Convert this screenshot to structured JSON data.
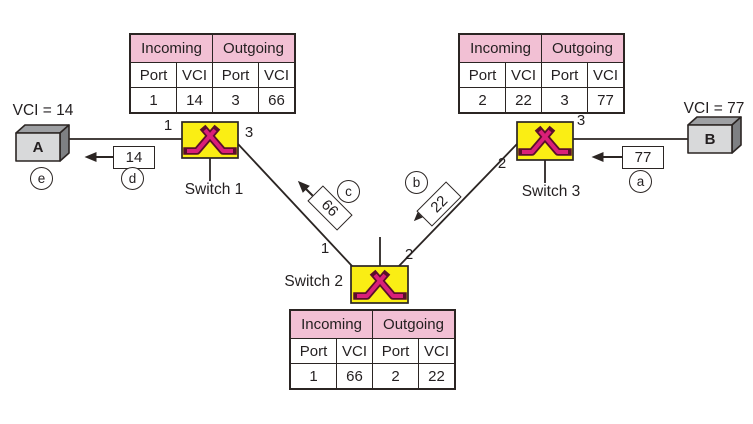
{
  "labels": {
    "vci_a": "VCI = 14",
    "vci_b": "VCI = 77",
    "endpoint_a": "A",
    "endpoint_b": "B",
    "switch1": "Switch 1",
    "switch2": "Switch 2",
    "switch3": "Switch 3"
  },
  "ports": {
    "switch1_left": "1",
    "switch1_right": "3",
    "switch2_left": "1",
    "switch2_right": "2",
    "switch3_left": "2",
    "switch3_right": "3"
  },
  "frames": {
    "a": {
      "step": "a",
      "vci": "77"
    },
    "b": {
      "step": "b",
      "vci": "22"
    },
    "c": {
      "step": "c",
      "vci": "66"
    },
    "d": {
      "step": "d",
      "vci": "14"
    },
    "e": {
      "step": "e"
    }
  },
  "tables": {
    "switch1": {
      "incoming": "Incoming",
      "outgoing": "Outgoing",
      "port": "Port",
      "vci": "VCI",
      "in_port": "1",
      "in_vci": "14",
      "out_port": "3",
      "out_vci": "66"
    },
    "switch2": {
      "incoming": "Incoming",
      "outgoing": "Outgoing",
      "port": "Port",
      "vci": "VCI",
      "in_port": "1",
      "in_vci": "66",
      "out_port": "2",
      "out_vci": "22"
    },
    "switch3": {
      "incoming": "Incoming",
      "outgoing": "Outgoing",
      "port": "Port",
      "vci": "VCI",
      "in_port": "2",
      "in_vci": "22",
      "out_port": "3",
      "out_vci": "77"
    }
  },
  "colors": {
    "table_header_pink": "#f2c0d4",
    "switch_yellow": "#faee14",
    "switch_icon_magenta": "#da1f79",
    "switch_icon_outline": "#5a0f2b",
    "line_black": "#2b2523"
  }
}
